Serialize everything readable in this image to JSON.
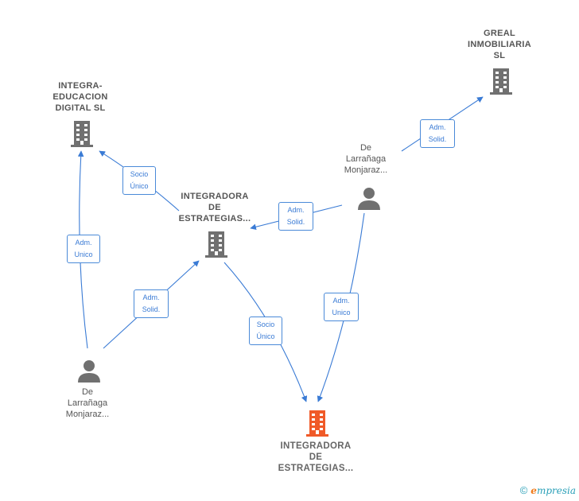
{
  "nodes": {
    "integra_educacion": {
      "label_lines": [
        "INTEGRA-",
        "EDUCACION",
        "DIGITAL  SL"
      ]
    },
    "integradora_top": {
      "label_lines": [
        "INTEGRADORA",
        "DE",
        "ESTRATEGIAS..."
      ]
    },
    "greal": {
      "label_lines": [
        "GREAL",
        "INMOBILIARIA",
        "SL"
      ]
    },
    "integradora_main": {
      "label_lines": [
        "INTEGRADORA",
        "DE",
        "ESTRATEGIAS..."
      ],
      "color": "#f05a28"
    },
    "person_right": {
      "label_lines": [
        "De",
        "Larrañaga",
        "Monjaraz..."
      ]
    },
    "person_left": {
      "label_lines": [
        "De",
        "Larrañaga",
        "Monjaraz..."
      ]
    }
  },
  "edges": {
    "socio_unico_top": {
      "line1": "Socio",
      "line2": "Único"
    },
    "adm_unico_left": {
      "line1": "Adm.",
      "line2": "Unico"
    },
    "adm_solid_left": {
      "line1": "Adm.",
      "line2": "Solid."
    },
    "socio_unico_main": {
      "line1": "Socio",
      "line2": "Único"
    },
    "adm_solid_mid": {
      "line1": "Adm.",
      "line2": "Solid."
    },
    "adm_solid_greal": {
      "line1": "Adm.",
      "line2": "Solid."
    },
    "adm_unico_right": {
      "line1": "Adm.",
      "line2": "Unico"
    }
  },
  "colors": {
    "edge": "#3a7bd5",
    "building": "#707070",
    "building_highlight": "#f05a28",
    "person": "#707070"
  },
  "footer": {
    "copyright_symbol": "©",
    "brand_first": "e",
    "brand_rest": "mpresia"
  }
}
